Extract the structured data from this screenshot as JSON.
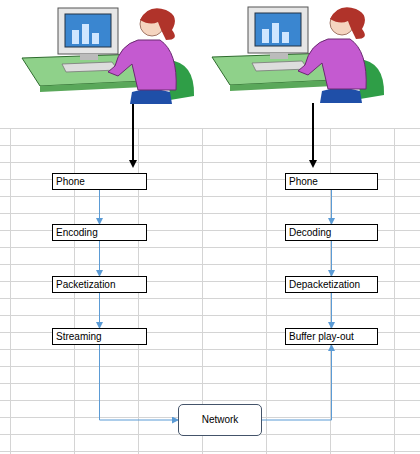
{
  "diagram": {
    "nodes": [
      {
        "text": [
          "Phone"
        ]
      },
      {
        "text": [
          "Encoding"
        ]
      },
      {
        "text": [
          "Packetization"
        ]
      },
      {
        "text": [
          "Streaming"
        ]
      },
      {
        "text": [
          "Phone"
        ]
      },
      {
        "text": [
          "Decoding"
        ]
      },
      {
        "text": [
          "Depacketization"
        ]
      },
      {
        "text": [
          "Buffer play-out"
        ]
      },
      {
        "text": [
          "Network"
        ]
      }
    ],
    "edges": [
      {
        "from": 0,
        "to": 1,
        "arrow": "to"
      },
      {
        "from": 1,
        "to": 2,
        "arrow": "to"
      },
      {
        "from": 2,
        "to": 3,
        "arrow": "to"
      },
      {
        "from": 3,
        "to": 8,
        "arrow": "to"
      },
      {
        "from": 8,
        "to": 7,
        "arrow": "to"
      },
      {
        "from": 4,
        "to": 5,
        "arrow": "to"
      },
      {
        "from": 5,
        "to": 6,
        "arrow": "to"
      },
      {
        "from": 6,
        "to": 7,
        "arrow": "to"
      }
    ]
  }
}
